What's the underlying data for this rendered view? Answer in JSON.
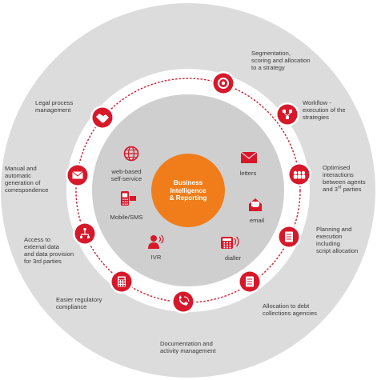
{
  "center": {
    "label": "Business\nIntelligence\n& Reporting"
  },
  "inner_channels": [
    {
      "id": "web",
      "label": "web-based\nself-service",
      "icon": "globe-icon"
    },
    {
      "id": "mobile",
      "label": "Mobile/SMS",
      "icon": "mobile-phone-icon"
    },
    {
      "id": "ivr",
      "label": "IVR",
      "icon": "ivr-person-icon"
    },
    {
      "id": "letters",
      "label": "letters",
      "icon": "letter-envelope-icon"
    },
    {
      "id": "email",
      "label": "email",
      "icon": "email-envelope-icon"
    },
    {
      "id": "dialler",
      "label": "dialler",
      "icon": "dialler-phone-icon"
    }
  ],
  "outer_steps": [
    {
      "id": "segmentation",
      "label": "Segmentation,\nscoring and allocation\nto a strategy",
      "icon": "cycle-arrows-icon"
    },
    {
      "id": "workflow",
      "label": "Workflow -\nexecution of the\nstrategies",
      "icon": "workflow-icon"
    },
    {
      "id": "optimised",
      "label": "Optimised\ninteractions\nbetween agents\nand 3rd parties",
      "icon": "people-group-icon"
    },
    {
      "id": "planning",
      "label": "Planning and\nexecution\nincluding\nscript allocation",
      "icon": "document-script-icon"
    },
    {
      "id": "allocation",
      "label": "Allocation to debt\ncollections agencies",
      "icon": "document-allocation-icon"
    },
    {
      "id": "documentation",
      "label": "Documentation and\nactivity management",
      "icon": "phone-handset-icon"
    },
    {
      "id": "regulatory",
      "label": "Easier regulatory\ncompliance",
      "icon": "calculator-icon"
    },
    {
      "id": "access",
      "label": "Access to\nexternal data\nand data provision\nfor 3rd parties",
      "icon": "data-flow-icon"
    },
    {
      "id": "manual",
      "label": "Manual and\nautomatic\ngeneration of\ncorrespondence",
      "icon": "envelope-icon"
    },
    {
      "id": "legal",
      "label": "Legal process\nmanagement",
      "icon": "handshake-icon"
    }
  ],
  "colors": {
    "outer_ring": "#dcdcdc",
    "inner_disc": "#cfcfcf",
    "accent_red": "#d7182a",
    "core_orange": "#f07d1a",
    "text": "#3a3a3a"
  }
}
